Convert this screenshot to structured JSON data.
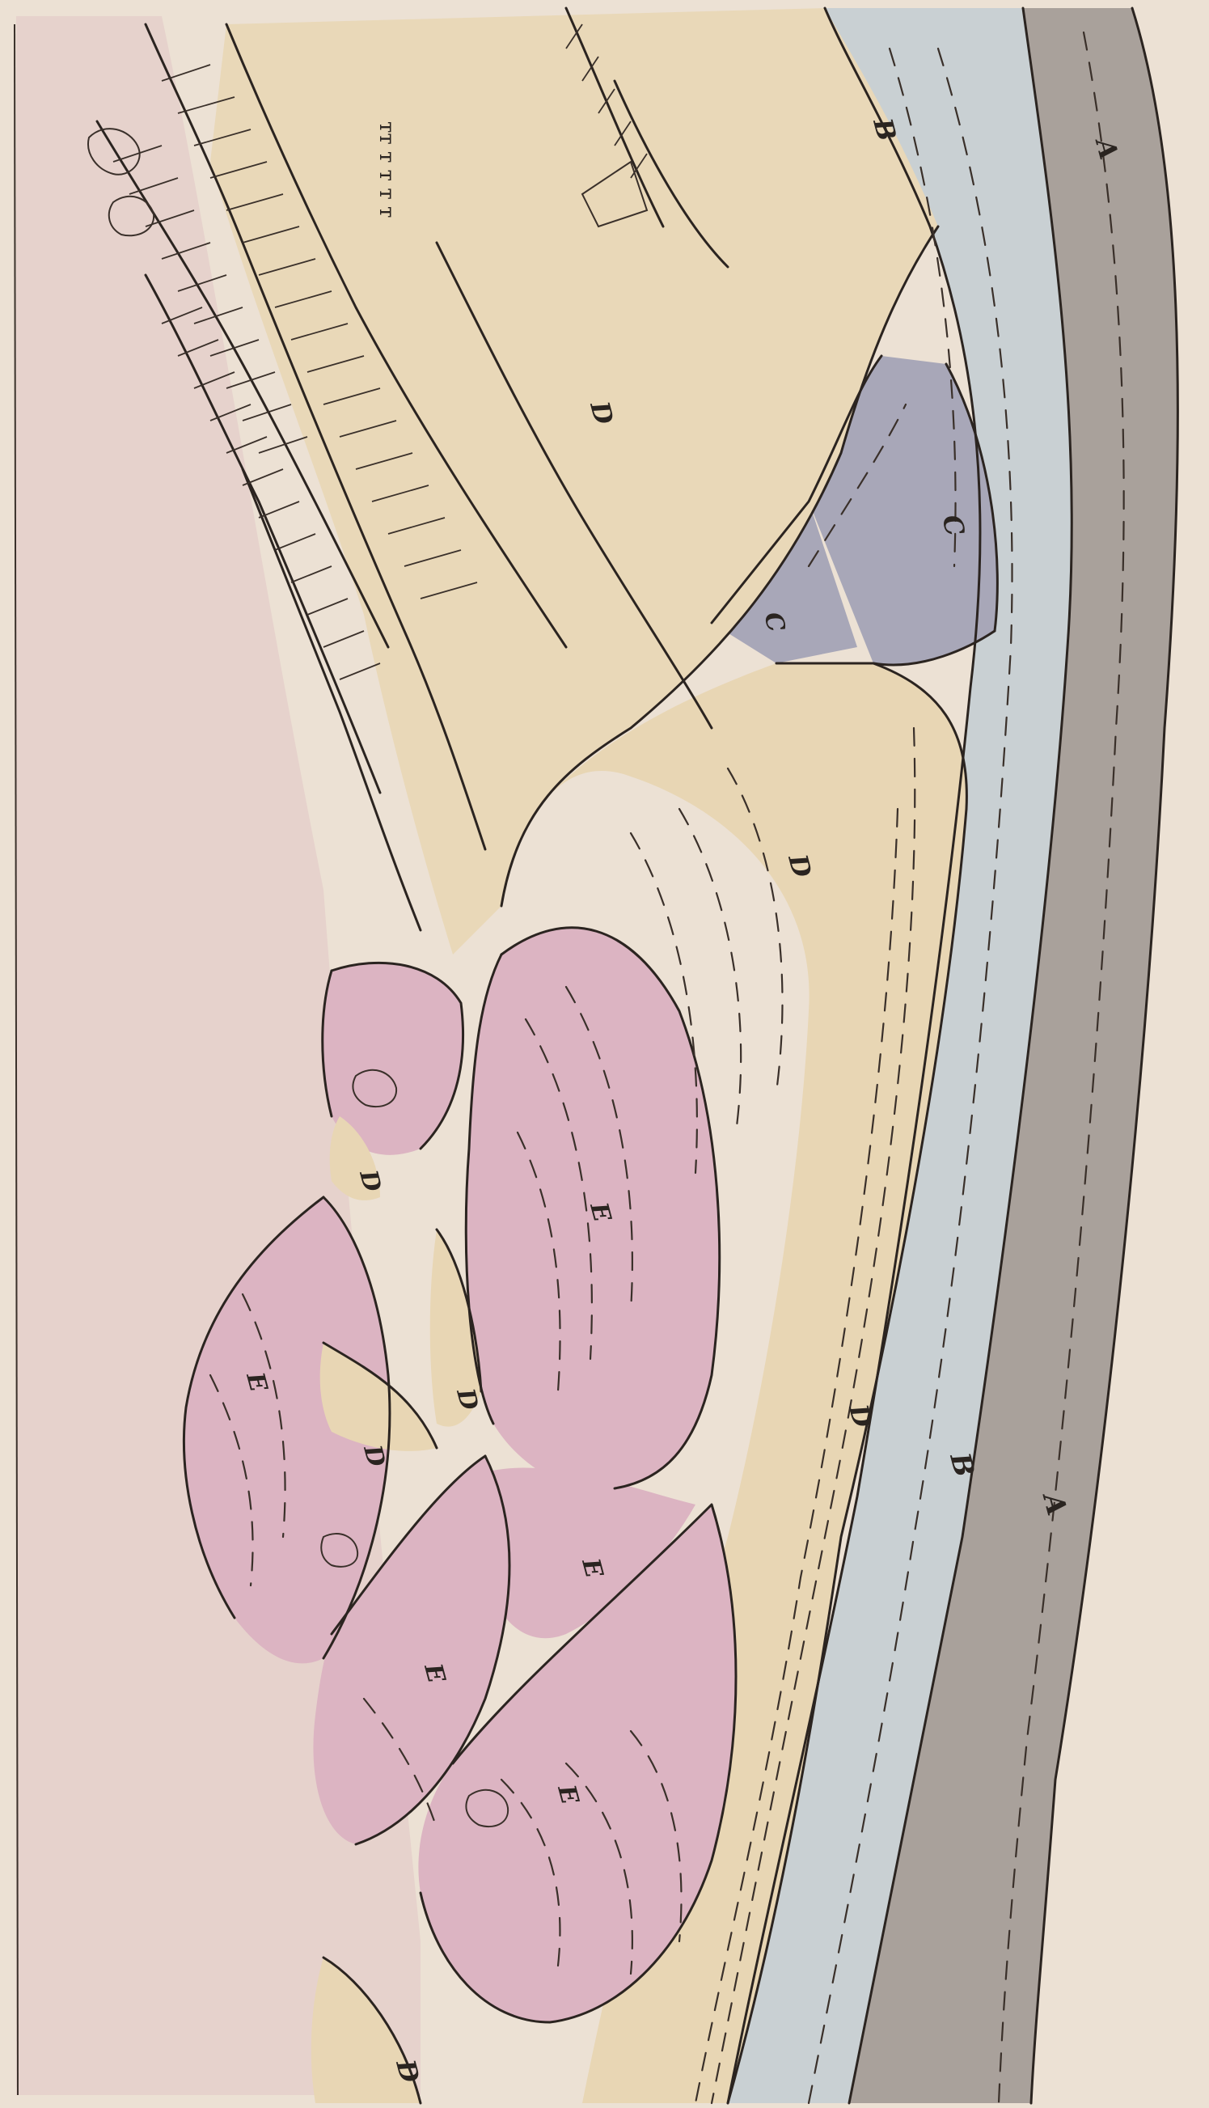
{
  "plate": {
    "colors": {
      "paper": "#ece1d4",
      "A": "#a9a19b",
      "B": "#c9d0d3",
      "C": "#a8a7b8",
      "D": "#e8d6b4",
      "E": "#dcb4c2",
      "ink": "#2b2420",
      "sky": "#e6d2cc"
    },
    "formation_labels": [
      {
        "text": "A"
      },
      {
        "text": "A"
      },
      {
        "text": "B"
      },
      {
        "text": "B"
      },
      {
        "text": "C"
      },
      {
        "text": "C"
      },
      {
        "text": "D"
      },
      {
        "text": "D"
      },
      {
        "text": "D"
      },
      {
        "text": "D"
      },
      {
        "text": "D"
      },
      {
        "text": "D"
      },
      {
        "text": "D"
      },
      {
        "text": "E"
      },
      {
        "text": "E"
      },
      {
        "text": "E"
      },
      {
        "text": "E"
      },
      {
        "text": "E"
      }
    ],
    "inscription": "ᴛᴛ ᴛ ᴛ ᴛ ᴛ"
  }
}
